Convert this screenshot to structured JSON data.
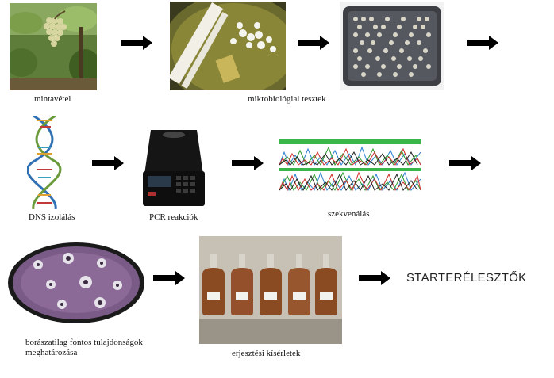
{
  "steps": [
    {
      "id": "sampling",
      "caption": "mintavétel"
    },
    {
      "id": "microbiology",
      "caption": "mikrobiológiai  tesztek"
    },
    {
      "id": "dna",
      "caption": "DNS izolálás"
    },
    {
      "id": "pcr",
      "caption": "PCR reakciók"
    },
    {
      "id": "sequencing",
      "caption": "szekvenálás"
    },
    {
      "id": "properties",
      "caption_line1": "borászatilag fontos tulajdonságok",
      "caption_line2": "meghatározása"
    },
    {
      "id": "fermentation",
      "caption": "erjesztési kísérletek"
    }
  ],
  "result": {
    "label": "STARTERÉLESZTŐK"
  },
  "colors": {
    "arrow": "#000000",
    "text": "#111111"
  }
}
